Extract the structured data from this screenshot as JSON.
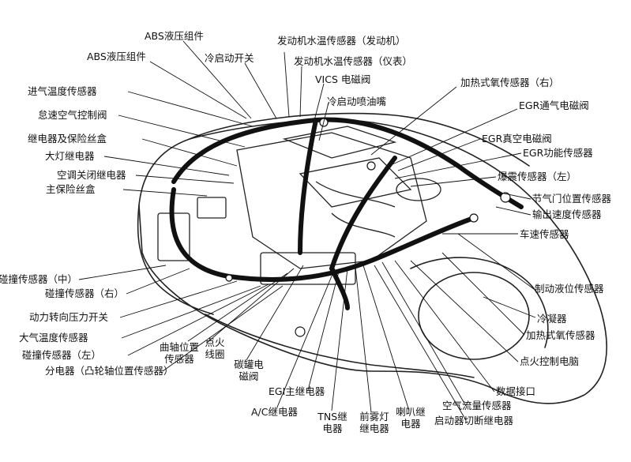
{
  "labels": [
    "ABS液压组件",
    "ABS液压组件",
    "冷启动开关",
    "发动机水温传感器（发动机）",
    "发动机水温传感器（仪表）",
    "VICS 电磁阀",
    "冷启动喷油嘴",
    "加热式氧传感器（右）",
    "EGR通气电磁阀",
    "进气温度传感器",
    "怠速空气控制阀",
    "继电器及保险丝盒",
    "大灯继电器",
    "空调关闭继电器",
    "主保险丝盒",
    "EGR真空电磁阀",
    "EGR功能传感器",
    "爆震传感器（左）",
    "节气门位置传感器",
    "输出速度传感器",
    "车速传感器",
    "碰撞传感器（中）",
    "碰撞传感器（右）",
    "动力转向压力开关",
    "大气温度传感器",
    "碰撞传感器（左）",
    "分电器（凸轮轴位置传感器）",
    "曲轴位置传感器",
    "点火线圈",
    "碳罐电磁阀",
    "制动液位传感器",
    "冷凝器",
    "加热式氧传感器",
    "点火控制电脑",
    "数据接口",
    "空气流量传感器",
    "启动器切断继电器",
    "喇叭继电器",
    "前雾灯继电器",
    "TNS继电器",
    "EGI主继电器",
    "A/C继电器"
  ]
}
